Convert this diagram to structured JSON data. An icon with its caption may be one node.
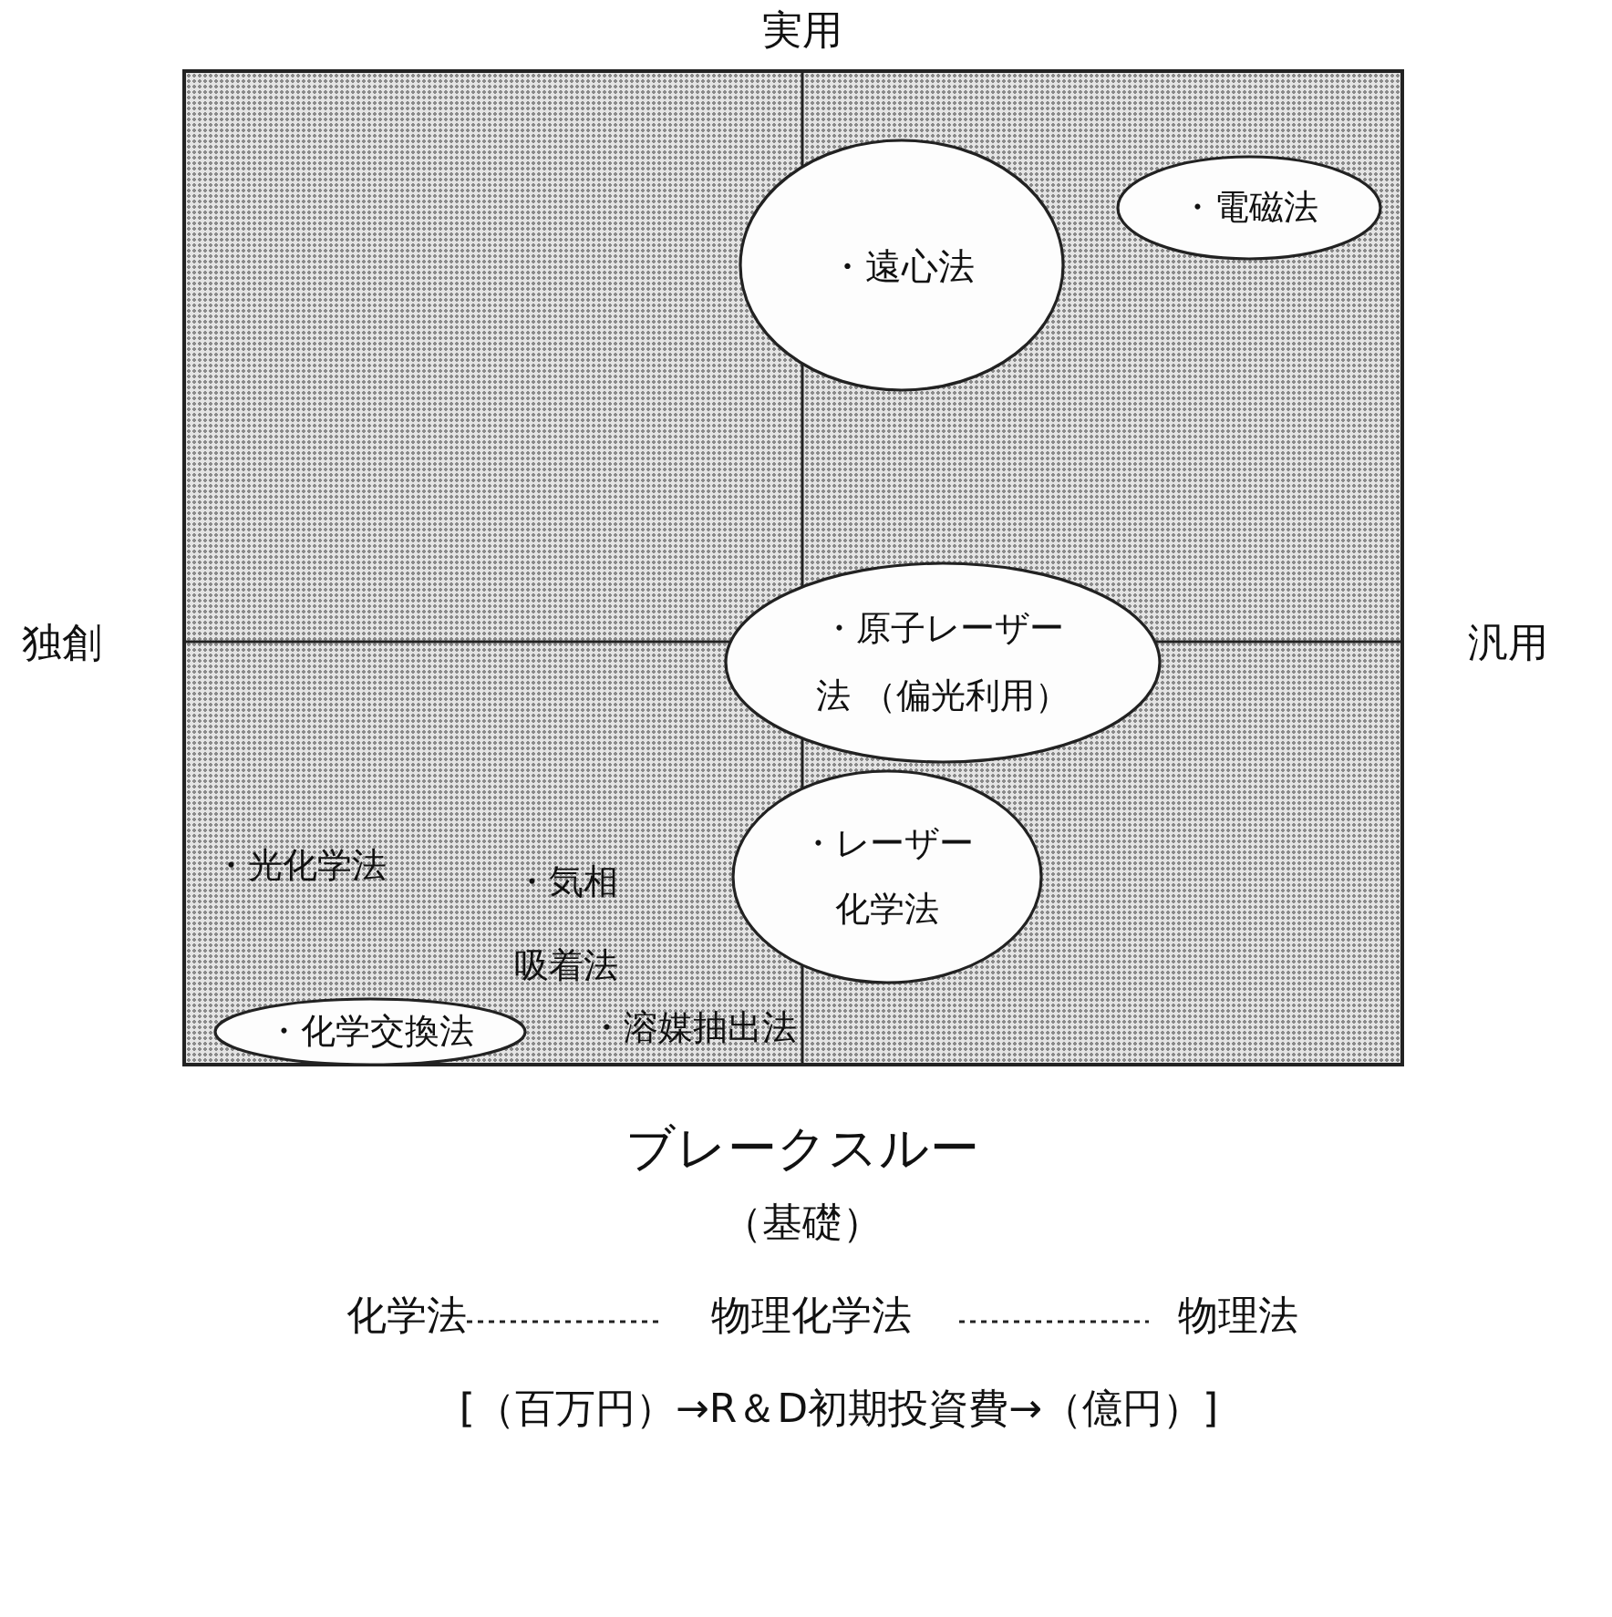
{
  "diagram": {
    "nodes": [
      {
        "text": [
          "・遠心法"
        ]
      },
      {
        "text": [
          "・電磁法"
        ]
      },
      {
        "text": [
          "・原子レーザー法 （偏光利用）"
        ]
      },
      {
        "text": [
          "・レーザー化学法"
        ]
      },
      {
        "text": [
          "・化学交換法"
        ]
      },
      {
        "text": [
          "化学法"
        ]
      },
      {
        "text": [
          "物理化学法"
        ]
      },
      {
        "text": [
          "物理法"
        ]
      }
    ],
    "edges": [
      {
        "from": 5,
        "to": 6,
        "arrow": "none",
        "style": "dashed"
      },
      {
        "from": 6,
        "to": 7,
        "arrow": "none",
        "style": "dashed"
      }
    ],
    "labels": [
      "実用",
      "独創",
      "汎用",
      "・光化学法",
      "・気相吸着法",
      "・溶媒抽出法",
      "ブレークスルー",
      "（基礎）",
      "[（百万円）→R＆D初期投資費→（億円）]"
    ]
  }
}
